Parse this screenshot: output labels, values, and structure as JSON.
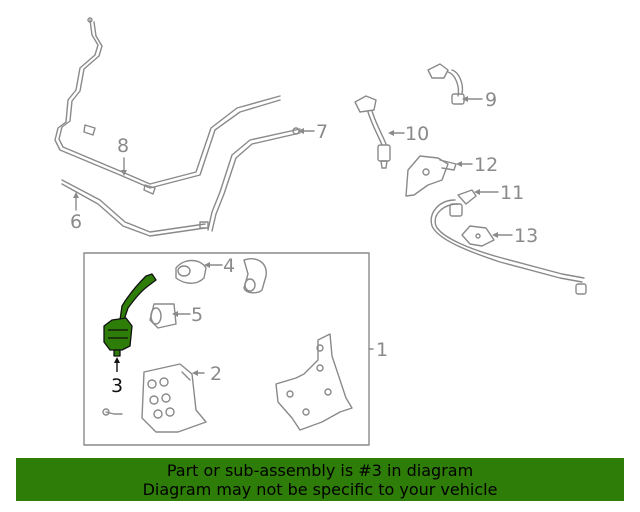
{
  "diagram": {
    "highlight_color": "#2e7d09",
    "line_color": "#8a8a8a",
    "callouts": {
      "c1": "1",
      "c2": "2",
      "c3": "3",
      "c4": "4",
      "c5": "5",
      "c6": "6",
      "c7": "7",
      "c8": "8",
      "c9": "9",
      "c10": "10",
      "c11": "11",
      "c12": "12",
      "c13": "13"
    }
  },
  "footer": {
    "line1": "Part or sub-assembly is #3 in diagram",
    "line2": "Diagram may not be specific to your vehicle",
    "background": "#2e7d09"
  }
}
